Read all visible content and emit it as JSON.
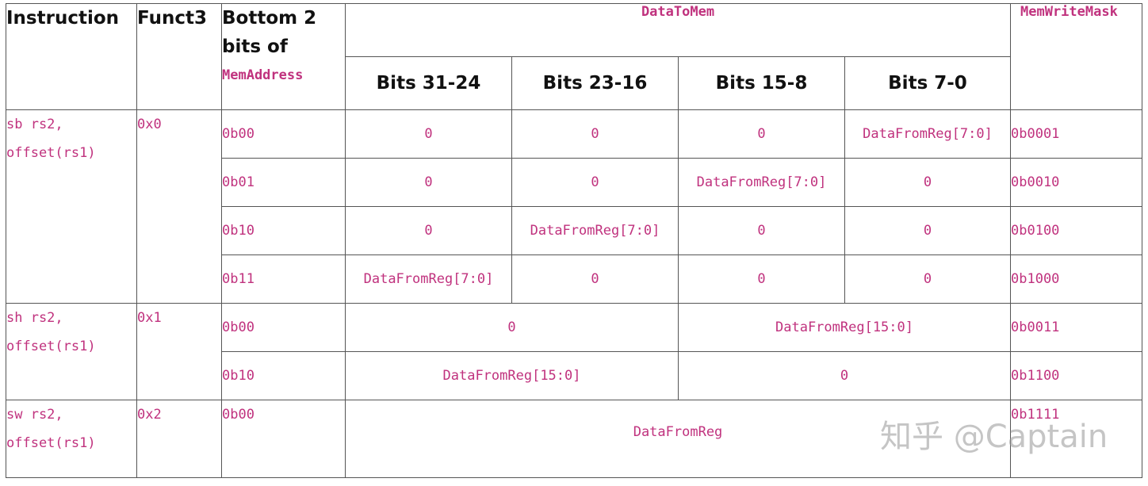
{
  "headers": {
    "instruction": "Instruction",
    "funct3": "Funct3",
    "bottom_bits_line1": "Bottom 2",
    "bottom_bits_line2": "bits of",
    "bottom_bits_code": "MemAddress",
    "data_to_mem": "DataToMem",
    "mem_write_mask": "MemWriteMask",
    "bits": [
      "Bits 31-24",
      "Bits 23-16",
      "Bits 15-8",
      "Bits 7-0"
    ]
  },
  "groups": {
    "sb": {
      "instruction_line1": "sb rs2,",
      "instruction_line2": "offset(rs1)",
      "funct3": "0x0",
      "rows": [
        {
          "addr": "0b00",
          "b3124": "0",
          "b2316": "0",
          "b158": "0",
          "b70": "DataFromReg[7:0]",
          "mask": "0b0001"
        },
        {
          "addr": "0b01",
          "b3124": "0",
          "b2316": "0",
          "b158": "DataFromReg[7:0]",
          "b70": "0",
          "mask": "0b0010"
        },
        {
          "addr": "0b10",
          "b3124": "0",
          "b2316": "DataFromReg[7:0]",
          "b158": "0",
          "b70": "0",
          "mask": "0b0100"
        },
        {
          "addr": "0b11",
          "b3124": "DataFromReg[7:0]",
          "b2316": "0",
          "b158": "0",
          "b70": "0",
          "mask": "0b1000"
        }
      ]
    },
    "sh": {
      "instruction_line1": "sh rs2,",
      "instruction_line2": "offset(rs1)",
      "funct3": "0x1",
      "rows": [
        {
          "addr": "0b00",
          "upper": "0",
          "lower": "DataFromReg[15:0]",
          "mask": "0b0011"
        },
        {
          "addr": "0b10",
          "upper": "DataFromReg[15:0]",
          "lower": "0",
          "mask": "0b1100"
        }
      ]
    },
    "sw": {
      "instruction_line1": "sw rs2,",
      "instruction_line2": "offset(rs1)",
      "funct3": "0x2",
      "rows": [
        {
          "addr": "0b00",
          "word": "DataFromReg",
          "mask": "0b1111"
        }
      ]
    }
  },
  "watermark": "知乎 @Captain"
}
